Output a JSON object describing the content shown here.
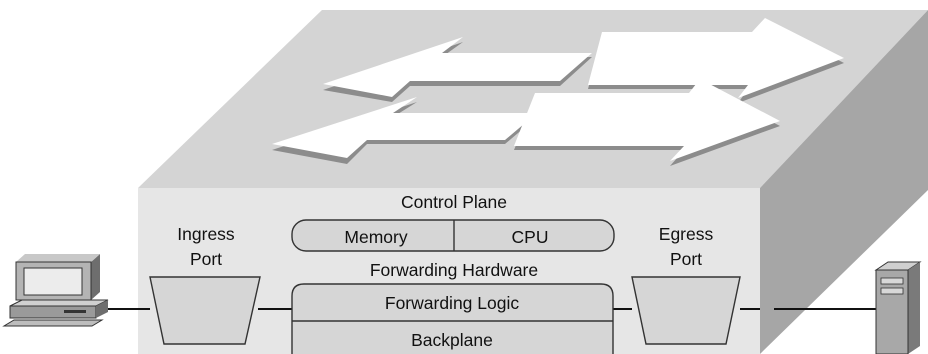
{
  "labels": {
    "control_plane": "Control Plane",
    "memory": "Memory",
    "cpu": "CPU",
    "ingress_line1": "Ingress",
    "ingress_line2": "Port",
    "egress_line1": "Egress",
    "egress_line2": "Port",
    "forwarding_hardware": "Forwarding Hardware",
    "forwarding_logic": "Forwarding Logic",
    "backplane": "Backplane"
  },
  "colors": {
    "top_face": "#d4d4d4",
    "front_face": "#e6e6e6",
    "side_face": "#a6a6a6",
    "arrow_fill": "#ffffff",
    "arrow_shadow": "#8c8c8c",
    "box_fill": "#d6d6d6",
    "outline": "#333333"
  },
  "icons": {
    "left_device": "desktop-computer-icon",
    "right_device": "tower-server-icon"
  }
}
